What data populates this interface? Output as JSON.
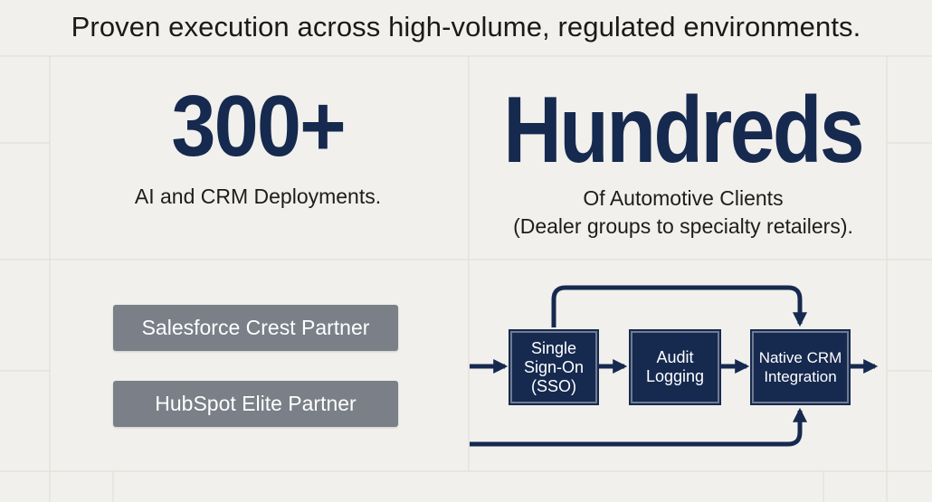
{
  "headline": "Proven execution across high-volume, regulated environments.",
  "stats": [
    {
      "number": "300+",
      "description": "AI and CRM Deployments."
    },
    {
      "number": "Hundreds",
      "description_line1": "Of Automotive Clients",
      "description_line2": "(Dealer groups to specialty retailers)."
    }
  ],
  "partners": [
    "Salesforce Crest Partner",
    "HubSpot Elite Partner"
  ],
  "flow": {
    "nodes": [
      {
        "label": "Single\nSign-On\n(SSO)"
      },
      {
        "label": "Audit\nLogging"
      },
      {
        "label": "Native CRM\nIntegration"
      }
    ]
  },
  "colors": {
    "background": "#f1f0ec",
    "navy": "#16294f",
    "partner_gray": "#7a7f88",
    "grid_line": "#dedcd6"
  }
}
